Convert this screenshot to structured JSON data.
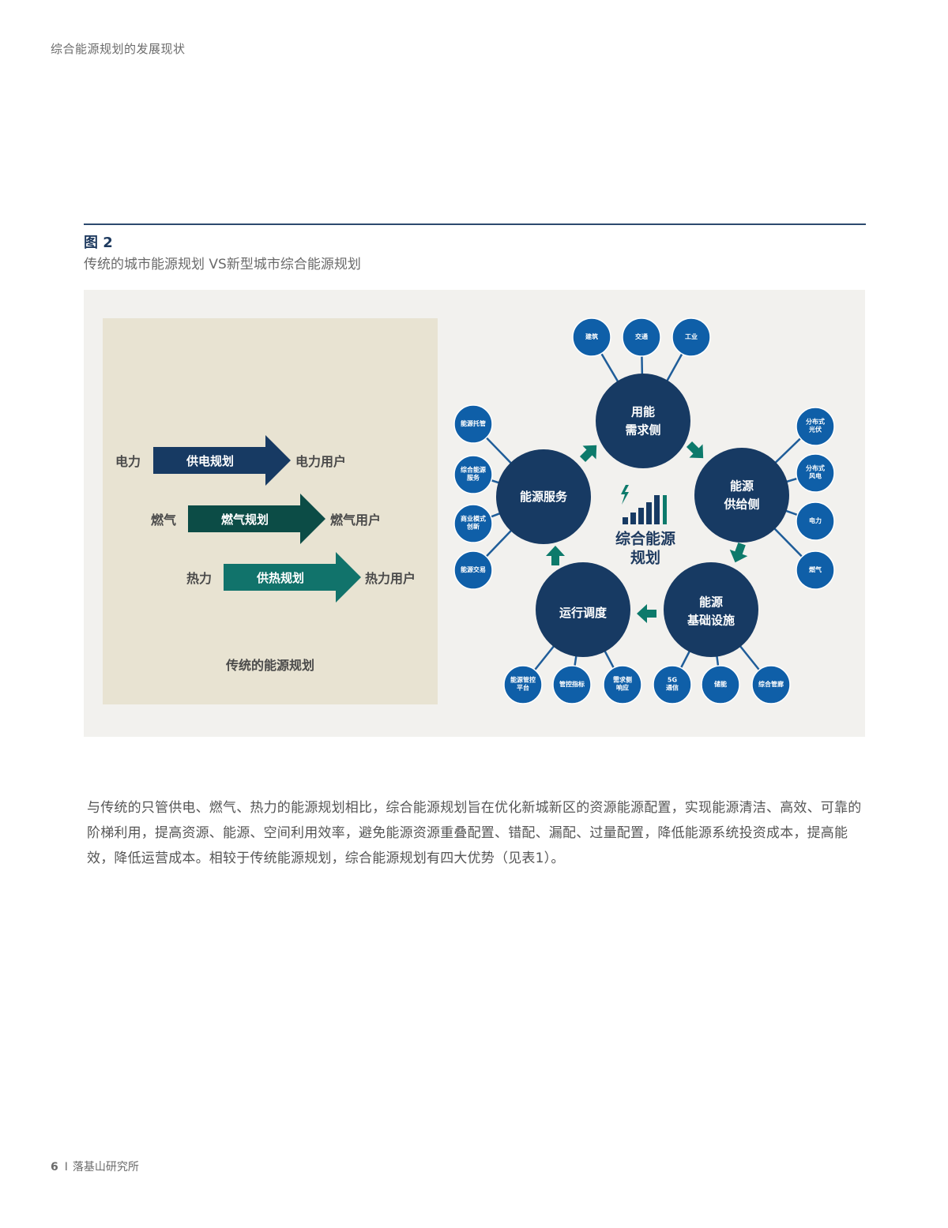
{
  "running_head": "综合能源规划的发展现状",
  "figure": {
    "label": "图 2",
    "title": "传统的城市能源规划 VS新型城市综合能源规划",
    "traditional": {
      "caption": "传统的能源规划",
      "rows": [
        {
          "source": "电力",
          "plan": "供电规划",
          "target": "电力用户",
          "color": "#173a63"
        },
        {
          "source": "燃气",
          "plan": "燃气规划",
          "target": "燃气用户",
          "color": "#0c4c46"
        },
        {
          "source": "热力",
          "plan": "供热规划",
          "target": "热力用户",
          "color": "#11736b"
        }
      ]
    },
    "integrated": {
      "center": {
        "line1": "综合能源",
        "line2": "规划",
        "icon": "bolt-signal-bars-icon"
      },
      "hubs": [
        {
          "id": "demand",
          "lines": [
            "用能",
            "需求侧"
          ],
          "nodes": [
            [
              "建筑"
            ],
            [
              "交通"
            ],
            [
              "工业"
            ]
          ]
        },
        {
          "id": "supply",
          "lines": [
            "能源",
            "供给侧"
          ],
          "nodes": [
            [
              "分布式",
              "光伏"
            ],
            [
              "分布式",
              "风电"
            ],
            [
              "电力"
            ],
            [
              "燃气"
            ]
          ]
        },
        {
          "id": "infra",
          "lines": [
            "能源",
            "基础设施"
          ],
          "nodes": [
            [
              "5G",
              "通信"
            ],
            [
              "储能"
            ],
            [
              "综合管廊"
            ]
          ]
        },
        {
          "id": "ops",
          "lines": [
            "运行调度"
          ],
          "nodes": [
            [
              "能源管控",
              "平台"
            ],
            [
              "管控指标"
            ],
            [
              "需求侧",
              "响应"
            ]
          ]
        },
        {
          "id": "service",
          "lines": [
            "能源服务"
          ],
          "nodes": [
            [
              "能源托管"
            ],
            [
              "综合能源",
              "服务"
            ],
            [
              "商业模式",
              "创新"
            ],
            [
              "能源交易"
            ]
          ]
        }
      ],
      "colors": {
        "hub": "#173a63",
        "node": "#0f5fa8",
        "arrow": "#0d7a6b",
        "bar": "#173a63",
        "bar_accent": "#0d7a6b"
      }
    }
  },
  "body_text": "与传统的只管供电、燃气、热力的能源规划相比，综合能源规划旨在优化新城新区的资源能源配置，实现能源清洁、高效、可靠的阶梯利用，提高资源、能源、空间利用效率，避免能源资源重叠配置、错配、漏配、过量配置，降低能源系统投资成本，提高能效，降低运营成本。相较于传统能源规划，综合能源规划有四大优势（见表1）。",
  "footer": {
    "page_number": "6",
    "separator": "I",
    "publisher": "落基山研究所"
  }
}
